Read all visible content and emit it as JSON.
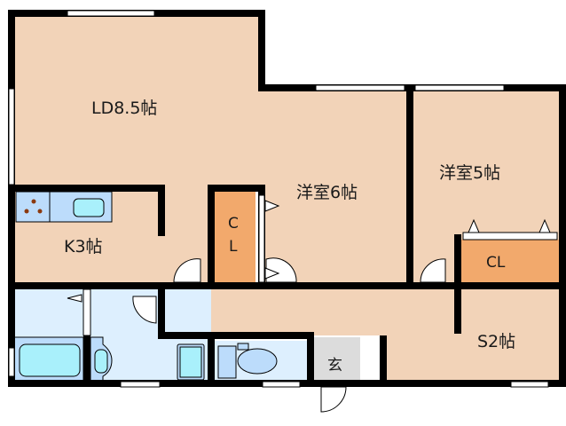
{
  "floorplan": {
    "colors": {
      "room": "#f2d3b8",
      "closet": "#f2a96c",
      "wet": "#ddeffe",
      "fixture": "#bcdcfb",
      "water": "#a9f0fb",
      "entrance": "#dcdcdc",
      "wall": "#000000",
      "burner": "#8b3a10"
    },
    "rooms": [
      {
        "id": "ld",
        "label": "LD8.5帖"
      },
      {
        "id": "kitchen",
        "label": "K3帖"
      },
      {
        "id": "western6",
        "label": "洋室6帖"
      },
      {
        "id": "western5",
        "label": "洋室5帖"
      },
      {
        "id": "storage",
        "label": "S2帖"
      },
      {
        "id": "entrance",
        "label": "玄"
      }
    ],
    "closets": [
      {
        "id": "cl-vertical",
        "label_top": "C",
        "label_bottom": "L"
      },
      {
        "id": "cl-horizontal",
        "label": "CL"
      }
    ]
  }
}
